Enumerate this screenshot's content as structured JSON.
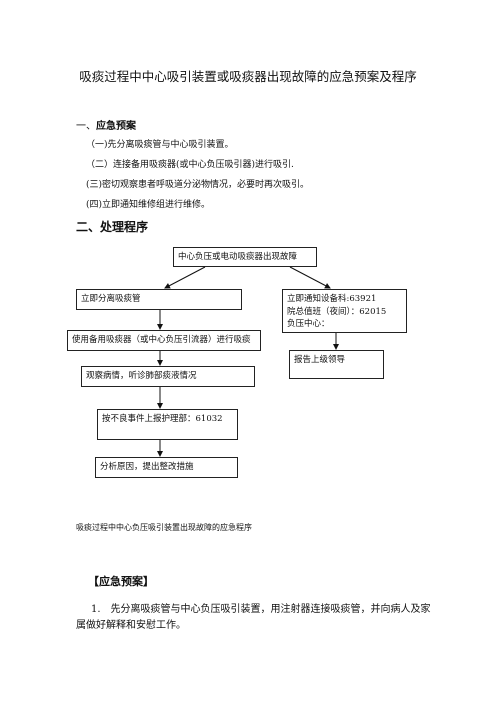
{
  "doc": {
    "title": "吸痰过程中中心吸引装置或吸痰器出现故障的应急预案及程序",
    "section1": {
      "number": "一、",
      "heading": "应急预案",
      "items": [
        "（一)先分离吸痰管与中心吸引装置。",
        "（二）连接备用吸痰器(或中心负压吸引器)进行吸引.",
        "(三)密切观察患者呼吸道分泌物情况，必要时再次吸引。",
        "(四)立即通知维修组进行维修。"
      ]
    },
    "section2": {
      "heading": "二、处理程序"
    },
    "flow": {
      "top": "中心负压或电动吸痰器出现故障",
      "left1": "立即分离吸痰管",
      "left2": "使用备用吸痰器（或中心负压引流器）进行吸痰",
      "left3": "观察病情，听诊肺部痰液情况",
      "left4": "按不良事件上报护理部：61032",
      "left5": "分析原因，提出整改措施",
      "right1_line1": "立即通知设备科:63921",
      "right1_line2": "院总值班（夜间）：62015",
      "right1_line3": "负压中心：",
      "right2": "报告上级领导"
    },
    "caption": "吸痰过程中中心负压吸引装置出现故障的应急程序",
    "section3": {
      "heading": "【应急预案】",
      "para1": "1.　先分离吸痰管与中心负压吸引装置，用注射器连接吸痰管，并向病人及家属做好解释和安慰工作。"
    }
  }
}
